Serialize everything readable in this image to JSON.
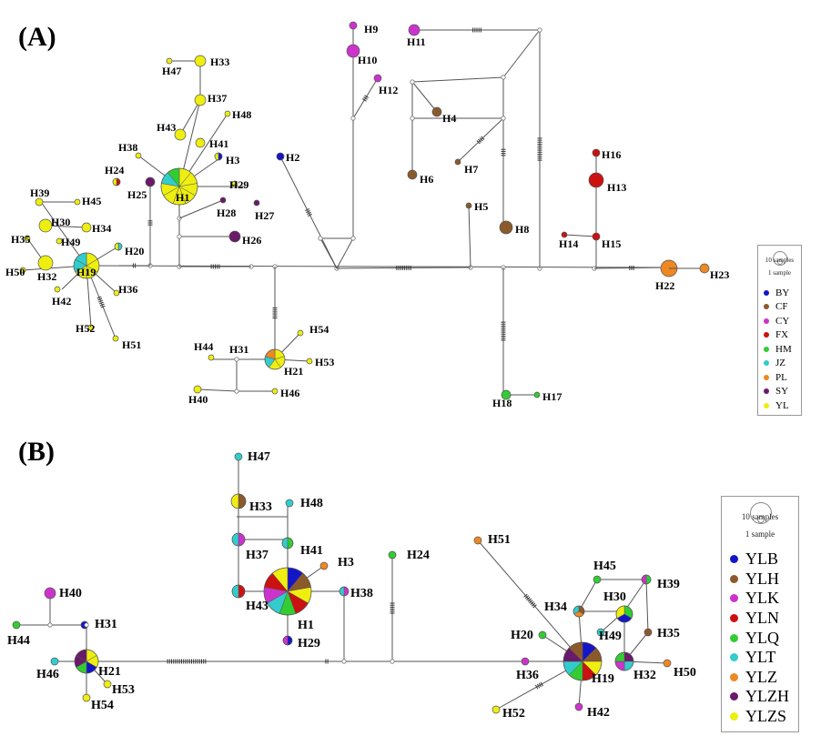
{
  "panelA": {
    "label": "(A)",
    "legend": {
      "scale_large": "10 samples",
      "scale_small": "1 sample",
      "items": [
        {
          "name": "BY",
          "color": "#1515c8"
        },
        {
          "name": "CF",
          "color": "#8b5a2b"
        },
        {
          "name": "CY",
          "color": "#cc33cc"
        },
        {
          "name": "FX",
          "color": "#cc1111"
        },
        {
          "name": "HM",
          "color": "#33cc33"
        },
        {
          "name": "JZ",
          "color": "#33cccc"
        },
        {
          "name": "PL",
          "color": "#ee8822"
        },
        {
          "name": "SY",
          "color": "#6a1a6a"
        },
        {
          "name": "YL",
          "color": "#eeee11"
        }
      ]
    },
    "haplotypes": [
      "H1",
      "H2",
      "H3",
      "H4",
      "H5",
      "H6",
      "H7",
      "H8",
      "H9",
      "H10",
      "H11",
      "H12",
      "H13",
      "H14",
      "H15",
      "H16",
      "H17",
      "H18",
      "H19",
      "H20",
      "H21",
      "H22",
      "H23",
      "H24",
      "H25",
      "H26",
      "H27",
      "H28",
      "H29",
      "H30",
      "H31",
      "H32",
      "H33",
      "H34",
      "H35",
      "H36",
      "H37",
      "H38",
      "H39",
      "H40",
      "H41",
      "H42",
      "H43",
      "H44",
      "H45",
      "H46",
      "H47",
      "H48",
      "H49",
      "H50",
      "H51",
      "H52",
      "H53",
      "H54"
    ]
  },
  "panelB": {
    "label": "(B)",
    "legend": {
      "scale_large": "10 samples",
      "scale_small": "1 sample",
      "items": [
        {
          "name": "YLB",
          "color": "#1515c8"
        },
        {
          "name": "YLH",
          "color": "#8b5a2b"
        },
        {
          "name": "YLK",
          "color": "#cc33cc"
        },
        {
          "name": "YLN",
          "color": "#cc1111"
        },
        {
          "name": "YLQ",
          "color": "#33cc33"
        },
        {
          "name": "YLT",
          "color": "#33cccc"
        },
        {
          "name": "YLZ",
          "color": "#ee8822"
        },
        {
          "name": "YLZH",
          "color": "#6a1a6a"
        },
        {
          "name": "YLZS",
          "color": "#eeee11"
        }
      ]
    },
    "haplotypes": [
      "H1",
      "H3",
      "H19",
      "H20",
      "H21",
      "H24",
      "H29",
      "H30",
      "H31",
      "H32",
      "H33",
      "H34",
      "H35",
      "H36",
      "H37",
      "H38",
      "H39",
      "H40",
      "H41",
      "H42",
      "H43",
      "H44",
      "H45",
      "H46",
      "H47",
      "H48",
      "H49",
      "H50",
      "H51",
      "H52",
      "H53",
      "H54"
    ]
  }
}
